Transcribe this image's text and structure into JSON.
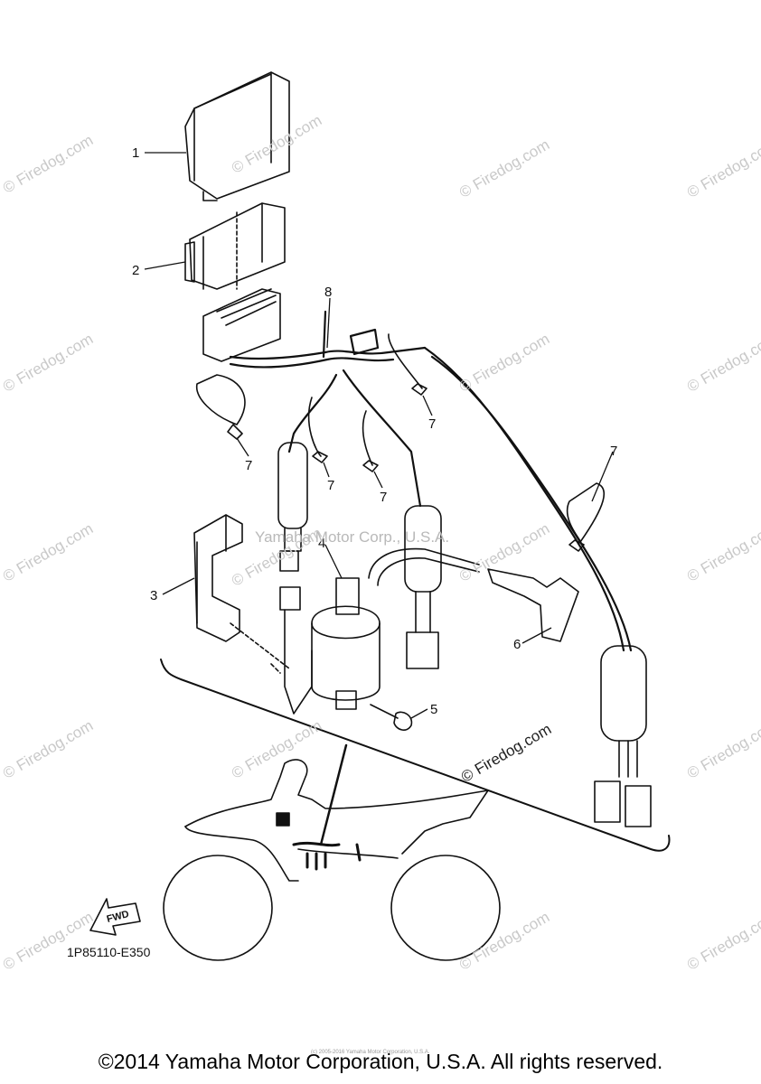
{
  "callouts": [
    "1",
    "2",
    "3",
    "4",
    "5",
    "6",
    "7",
    "8"
  ],
  "callout_7": "7",
  "watermark": "© Firedog.com",
  "watermark_center": "Yamaha Motor Corp., U.S.A.",
  "inset_watermark": "© Firedog.com",
  "fwd_label": "FWD",
  "part_code": "1P85110-E350",
  "copyright": "©2014 Yamaha Motor Corporation, U.S.A. All rights reserved.",
  "tiny_notice": "(c) 2005-2016 Yamaha Motor Corporation, U.S.A."
}
